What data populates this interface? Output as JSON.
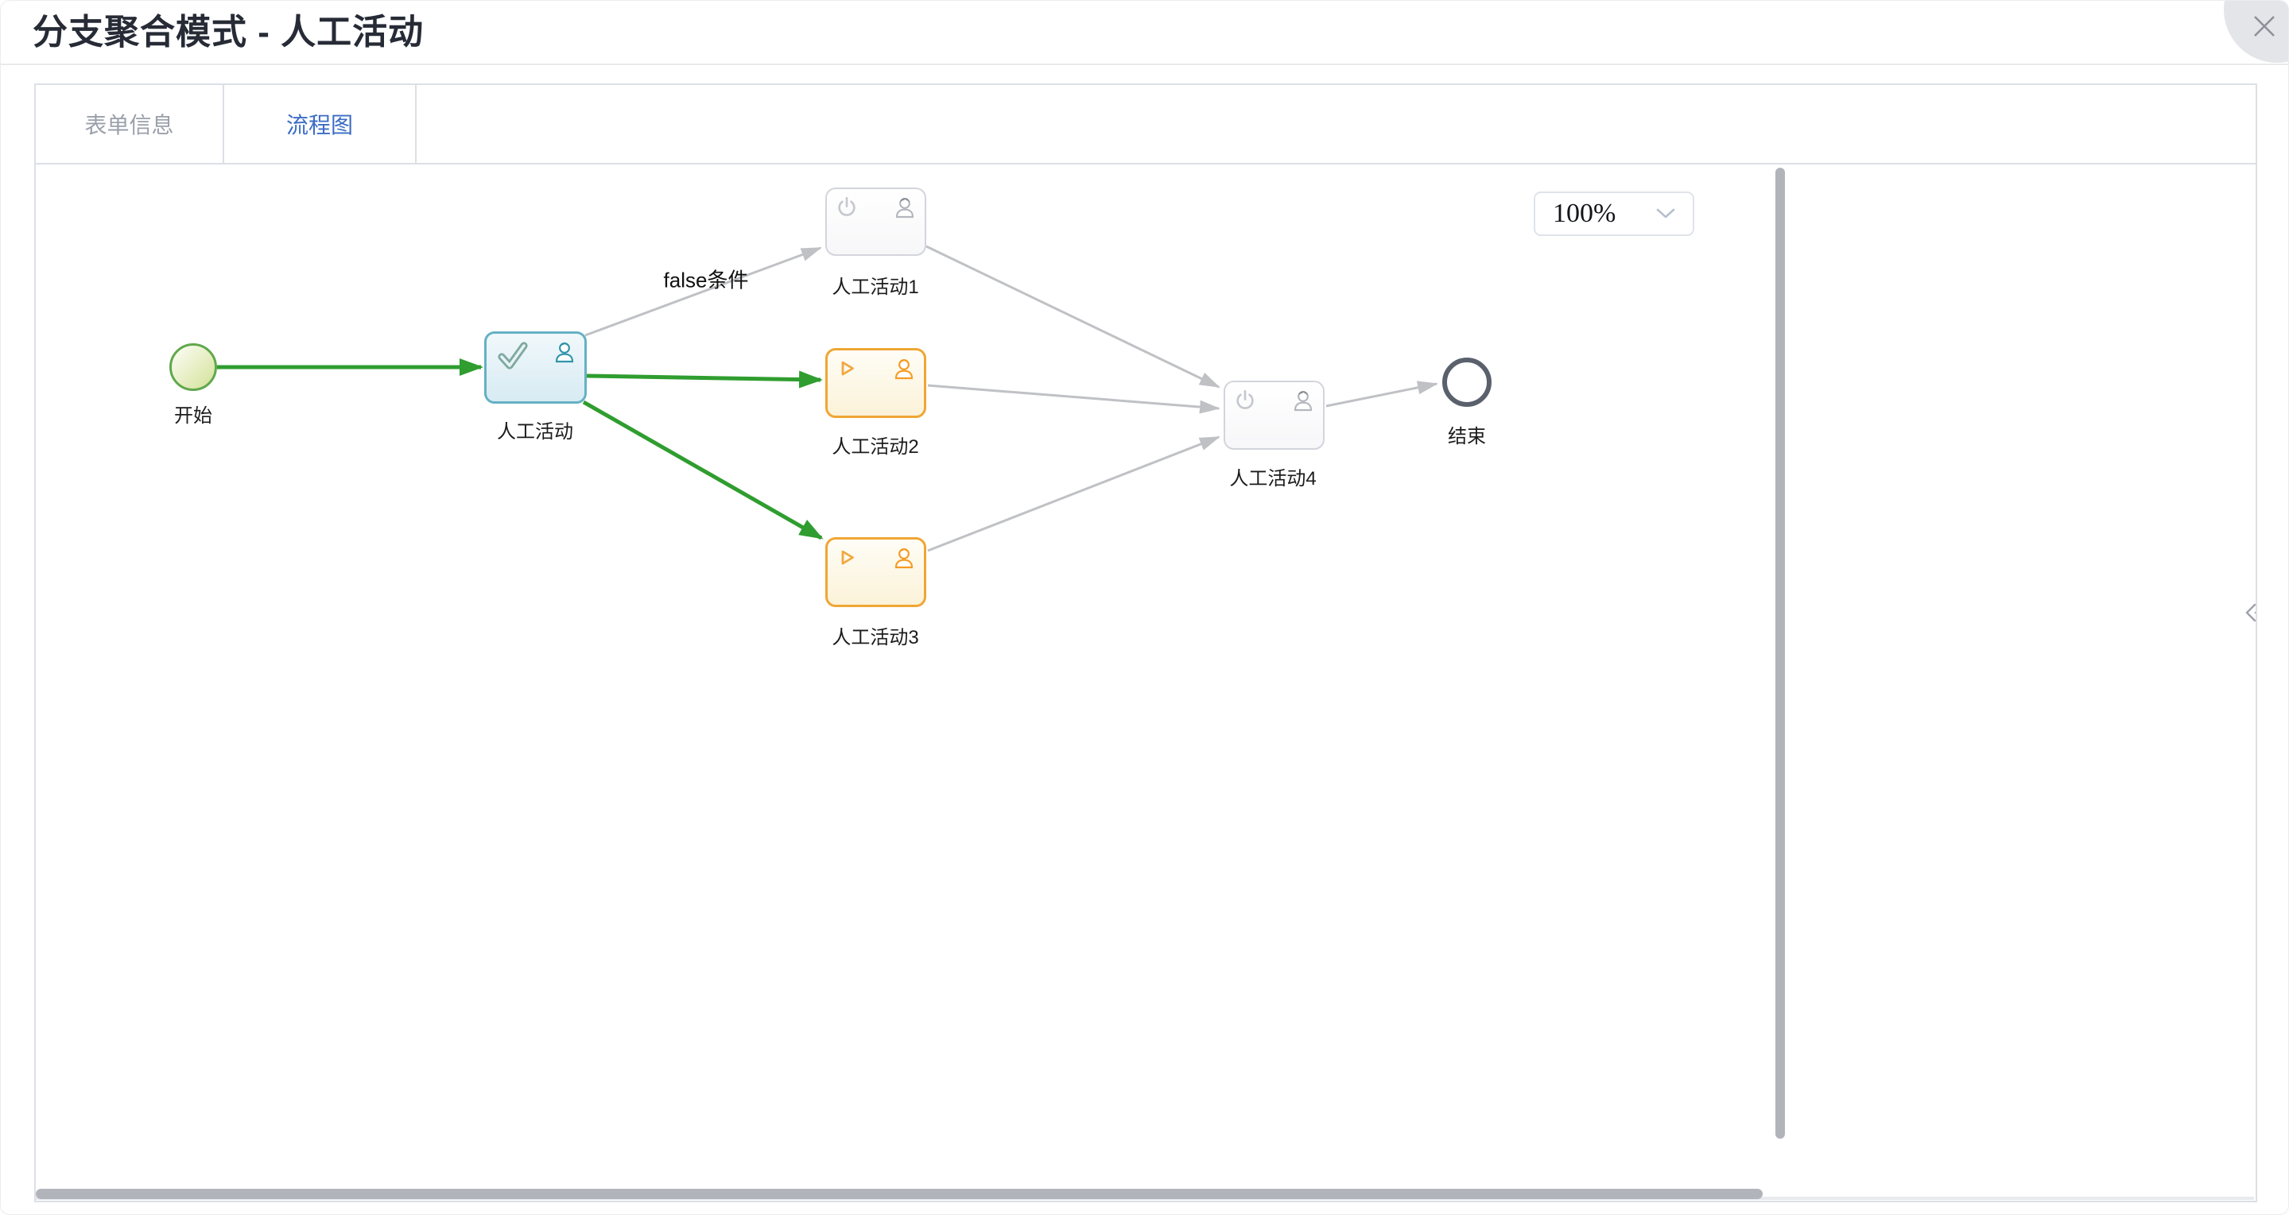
{
  "dialog": {
    "title": "分支聚合模式 - 人工活动",
    "close_icon": "close-x"
  },
  "tabs": [
    {
      "label": "表单信息",
      "active": false
    },
    {
      "label": "流程图",
      "active": true
    }
  ],
  "toolbar": {
    "zoom_value": "100%"
  },
  "diagram": {
    "nodes": {
      "start": {
        "label": "开始",
        "type": "start-event",
        "border_color": "#61a84c"
      },
      "task_main": {
        "label": "人工活动",
        "type": "user-task",
        "state": "completed",
        "border_color": "#65b1c3",
        "icons": [
          "check-icon",
          "person-icon"
        ]
      },
      "task1": {
        "label": "人工活动1",
        "type": "user-task",
        "state": "pending",
        "border_color": "#d3d5dc",
        "icons": [
          "power-icon",
          "person-icon"
        ]
      },
      "task2": {
        "label": "人工活动2",
        "type": "user-task",
        "state": "running",
        "border_color": "#efa633",
        "icons": [
          "play-icon",
          "person-icon"
        ]
      },
      "task3": {
        "label": "人工活动3",
        "type": "user-task",
        "state": "running",
        "border_color": "#efa633",
        "icons": [
          "play-icon",
          "person-icon"
        ]
      },
      "task4": {
        "label": "人工活动4",
        "type": "user-task",
        "state": "pending",
        "border_color": "#d3d5dc",
        "icons": [
          "power-icon",
          "person-icon"
        ]
      },
      "end": {
        "label": "结束",
        "type": "end-event",
        "border_color": "#5a616d"
      }
    },
    "edges": [
      {
        "from": "start",
        "to": "task_main",
        "color": "green",
        "label": ""
      },
      {
        "from": "task_main",
        "to": "task1",
        "color": "gray",
        "label": "false条件"
      },
      {
        "from": "task_main",
        "to": "task2",
        "color": "green",
        "label": ""
      },
      {
        "from": "task_main",
        "to": "task3",
        "color": "green",
        "label": ""
      },
      {
        "from": "task1",
        "to": "task4",
        "color": "gray",
        "label": ""
      },
      {
        "from": "task2",
        "to": "task4",
        "color": "gray",
        "label": ""
      },
      {
        "from": "task3",
        "to": "task4",
        "color": "gray",
        "label": ""
      },
      {
        "from": "task4",
        "to": "end",
        "color": "gray",
        "label": ""
      }
    ],
    "edge_label_false": "false条件"
  },
  "panel": {
    "collapse_icon": "double-chevron-left"
  },
  "colors": {
    "accent_blue": "#3a6cc4",
    "edge_green": "#2f9d2f",
    "edge_gray": "#bfc1c5",
    "scrollbar": "#b2b4bb"
  }
}
